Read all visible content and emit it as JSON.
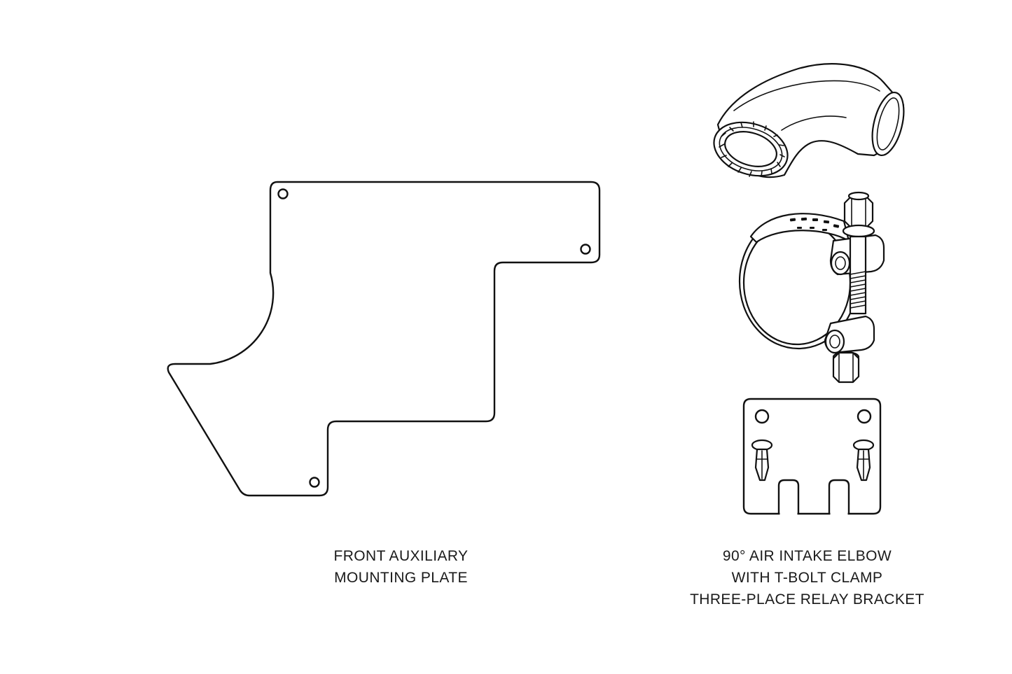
{
  "colors": {
    "background": "#ffffff",
    "ink": "#111111"
  },
  "captions": {
    "left": {
      "line1": "FRONT AUXILIARY",
      "line2": "MOUNTING PLATE"
    },
    "right": {
      "line1": "90° AIR INTAKE ELBOW",
      "line2": "WITH T-BOLT CLAMP",
      "line3": "THREE-PLACE RELAY BRACKET"
    }
  }
}
